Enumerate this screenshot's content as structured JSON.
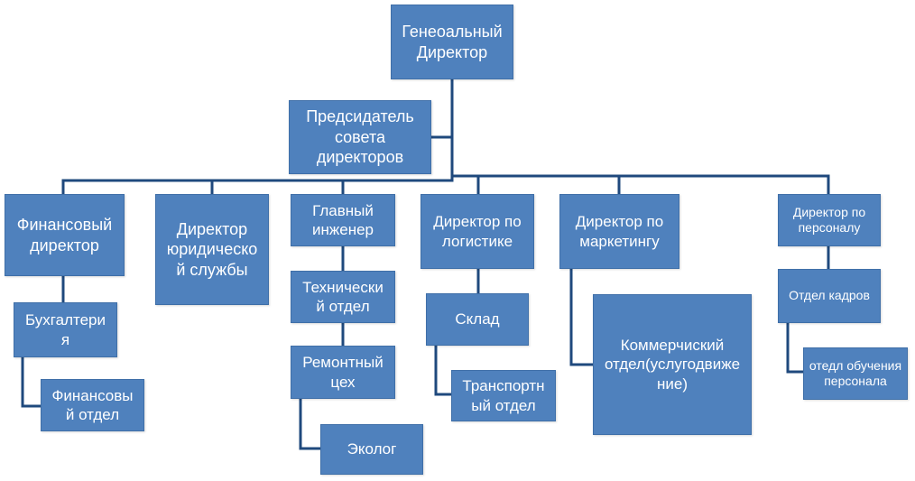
{
  "colors": {
    "box_fill": "#4f81bd",
    "connector": "#1f497d",
    "text": "#ffffff"
  },
  "nodes": {
    "ceo": "Генеоальный\nДиректор",
    "board_chair": "Предсидатель\nсовета\nдиректоров",
    "finance_director": "Финансовый\nдиректор",
    "accounting": "Бухгалтери\nя",
    "finance_department": "Финансовы\nй отдел",
    "legal_director": "Директор\nюридическо\nй службы",
    "chief_engineer": "Главный\nинженер",
    "technical_department": "Технически\nй отдел",
    "repair_shop": "Ремонтный\nцех",
    "ecologist": "Эколог",
    "logistics_director": "Директор по\nлогистике",
    "warehouse": "Склад",
    "transport_department": "Транспортн\nый отдел",
    "marketing_director": "Директор по\nмаркетингу",
    "commercial_department": "Коммерчиский\nотдел(услугодвиже\nние)",
    "hr_director": "Директор по\nперсоналу",
    "personnel_department": "Отдел кадров",
    "training_department": "отедл обучения\nперсонала"
  }
}
